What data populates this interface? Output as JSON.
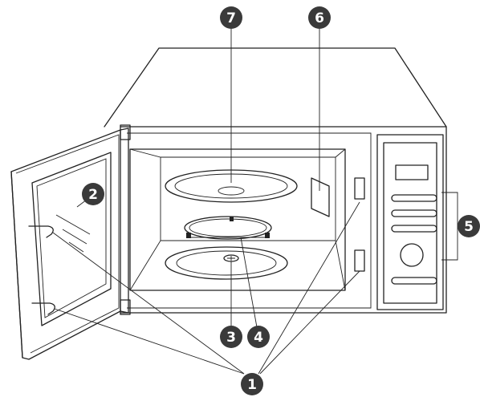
{
  "diagram": {
    "colors": {
      "line": "#222222",
      "badge": "#3a3a3a",
      "badge_text": "#ffffff",
      "background": "#ffffff"
    },
    "callouts": [
      {
        "id": "door-latch-and-safety-interlock",
        "label": "1"
      },
      {
        "id": "door-window",
        "label": "2"
      },
      {
        "id": "turntable-shaft",
        "label": "3"
      },
      {
        "id": "roller-ring",
        "label": "4"
      },
      {
        "id": "control-panel",
        "label": "5"
      },
      {
        "id": "waveguide-cover",
        "label": "6"
      },
      {
        "id": "glass-tray",
        "label": "7"
      }
    ]
  }
}
